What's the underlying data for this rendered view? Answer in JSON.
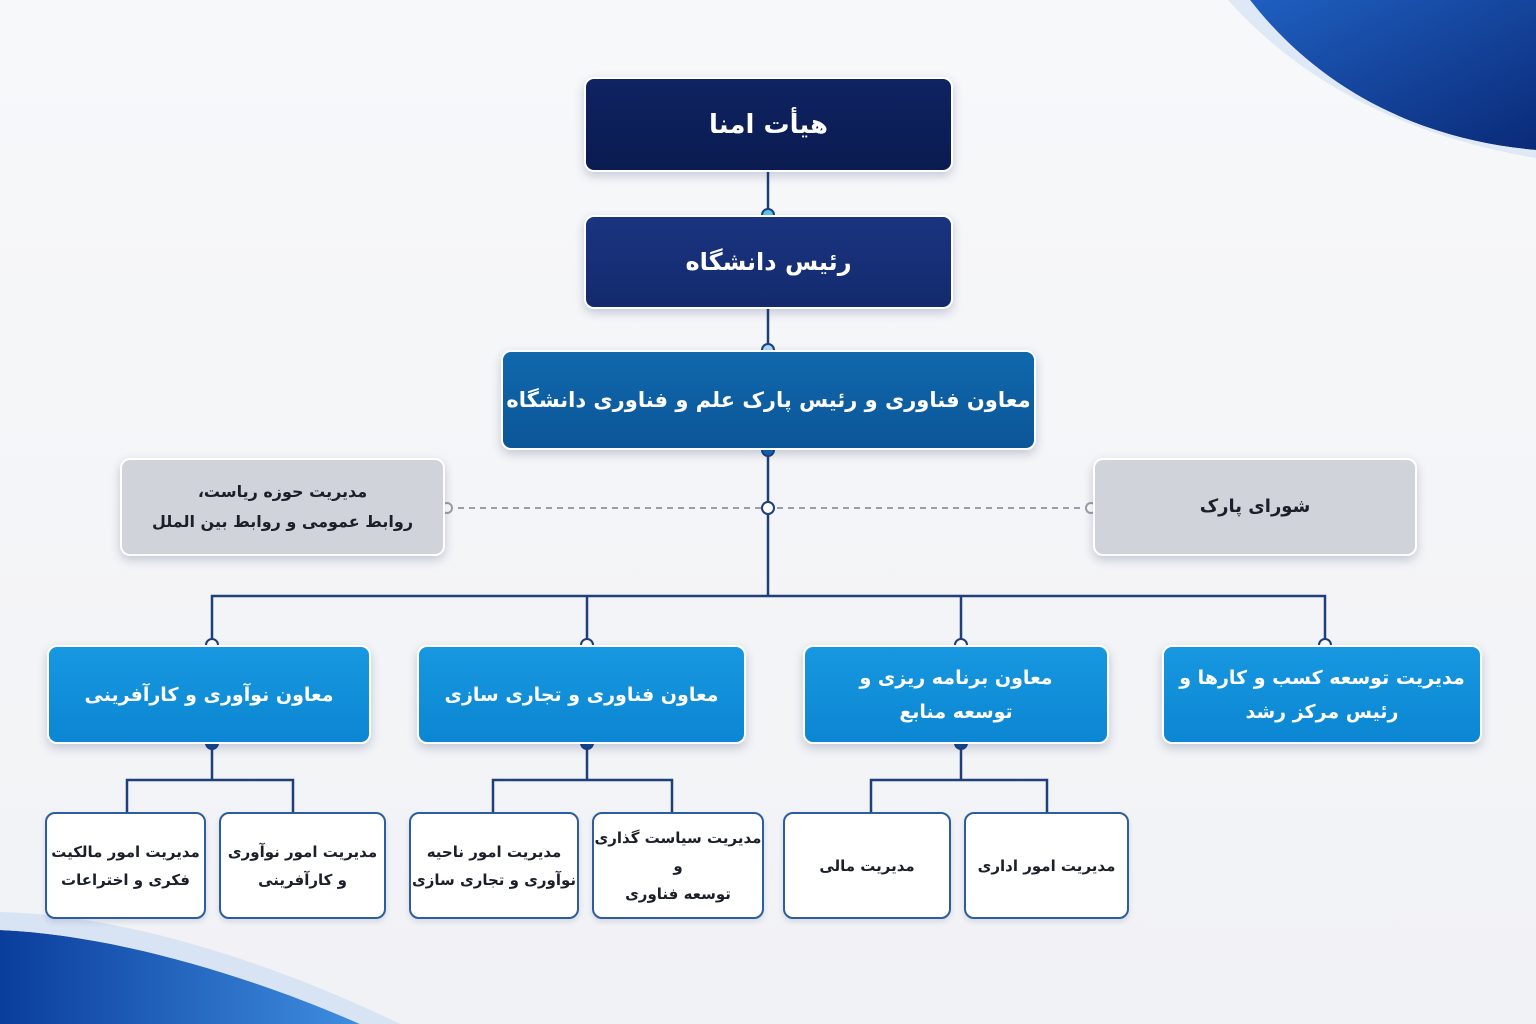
{
  "colors": {
    "navy_dark": "#0a1b50",
    "navy": "#132a6d",
    "blue": "#0b5697",
    "sky": "#0c86d2",
    "grey_box": "#d0d3da",
    "line": "#1d3f7c",
    "dot_light": "#5bc6f1",
    "dashed": "#9a9ea6"
  },
  "chart": {
    "board": "هیأت امنا",
    "president": "رئیس دانشگاه",
    "vice_president": "معاون فناوری و رئیس پارک علم و فناوری دانشگاه",
    "side_left": {
      "line1": "مدیریت حوزه ریاست،",
      "line2": "روابط عمومی و روابط بین الملل"
    },
    "side_right": "شورای پارک",
    "deputies": [
      {
        "line1": "مدیریت توسعه کسب و کارها و",
        "line2": "رئیس مرکز رشد"
      },
      {
        "line1": "معاون برنامه ریزی و",
        "line2": "توسعه منابع"
      },
      {
        "line1": "معاون فناوری و تجاری سازی",
        "line2": ""
      },
      {
        "line1": "معاون نوآوری و کارآفرینی",
        "line2": ""
      }
    ],
    "units": [
      {
        "line1": "مدیریت امور اداری",
        "line2": ""
      },
      {
        "line1": "مدیریت مالی",
        "line2": ""
      },
      {
        "line1": "مدیریت سیاست گذاری و",
        "line2": "توسعه فناوری"
      },
      {
        "line1": "مدیریت امور ناحیه",
        "line2": "نوآوری و تجاری سازی"
      },
      {
        "line1": "مدیریت امور نوآوری",
        "line2": "و کارآفرینی"
      },
      {
        "line1": "مدیریت امور مالکیت",
        "line2": "فکری و اختراعات"
      }
    ]
  }
}
